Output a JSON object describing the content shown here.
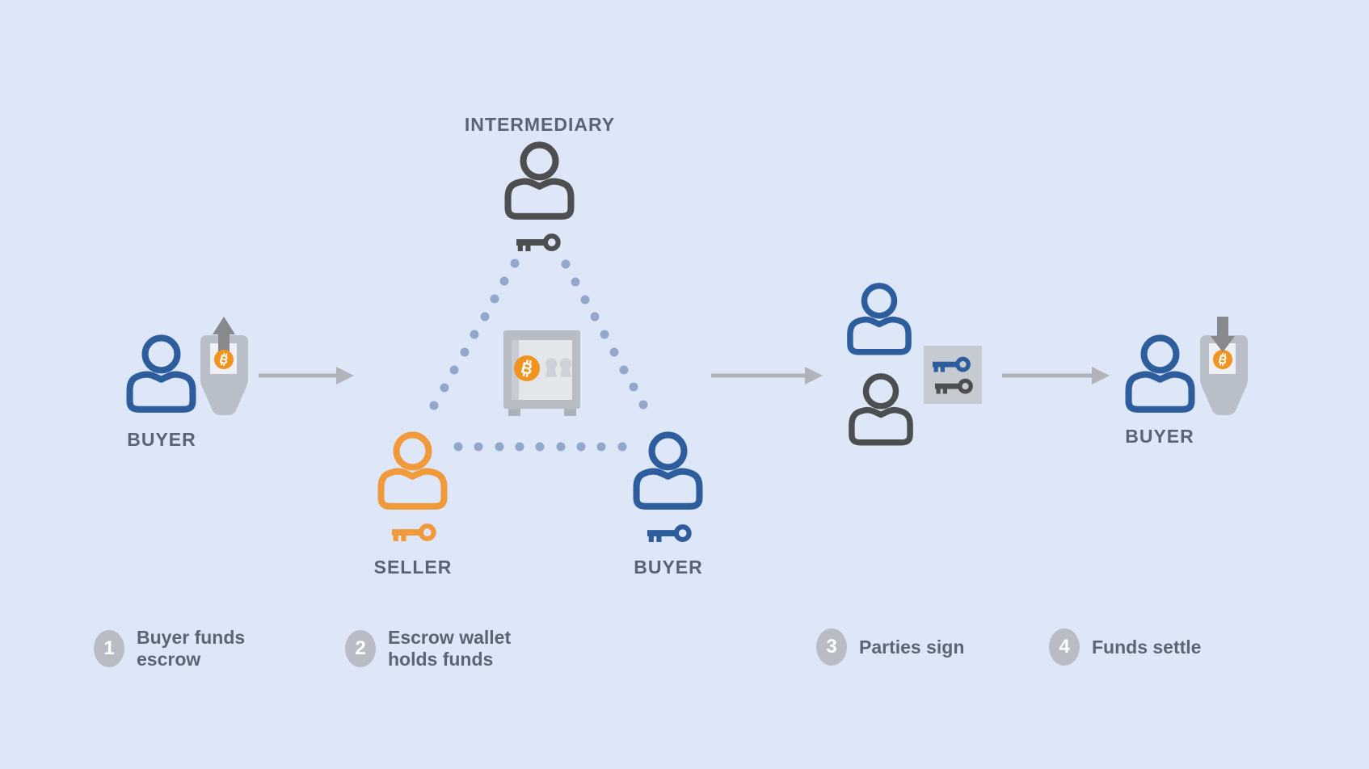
{
  "actors": {
    "buyer1": {
      "label": "BUYER"
    },
    "intermediary": {
      "label": "INTERMEDIARY"
    },
    "seller": {
      "label": "SELLER"
    },
    "buyer2": {
      "label": "BUYER"
    },
    "buyer3": {
      "label": "BUYER"
    }
  },
  "steps": [
    {
      "number": "1",
      "line1": "Buyer funds",
      "line2": "escrow"
    },
    {
      "number": "2",
      "line1": "Escrow wallet",
      "line2": "holds funds"
    },
    {
      "number": "3",
      "line1": "Parties sign",
      "line2": ""
    },
    {
      "number": "4",
      "line1": "Funds settle",
      "line2": ""
    }
  ],
  "bitcoin": {
    "symbol": "B"
  },
  "colors": {
    "background": "#dee7f8",
    "buyer_blue": "#2e5d9d",
    "seller_orange": "#f09a3c",
    "intermediary_gray": "#4c4e50",
    "bitcoin_orange": "#f0931f",
    "dot_blue": "#93a7cc",
    "flow_arrow_gray": "#b1b3b8",
    "wallet_gray": "#b9bfc8",
    "label_text": "#5b6472"
  }
}
